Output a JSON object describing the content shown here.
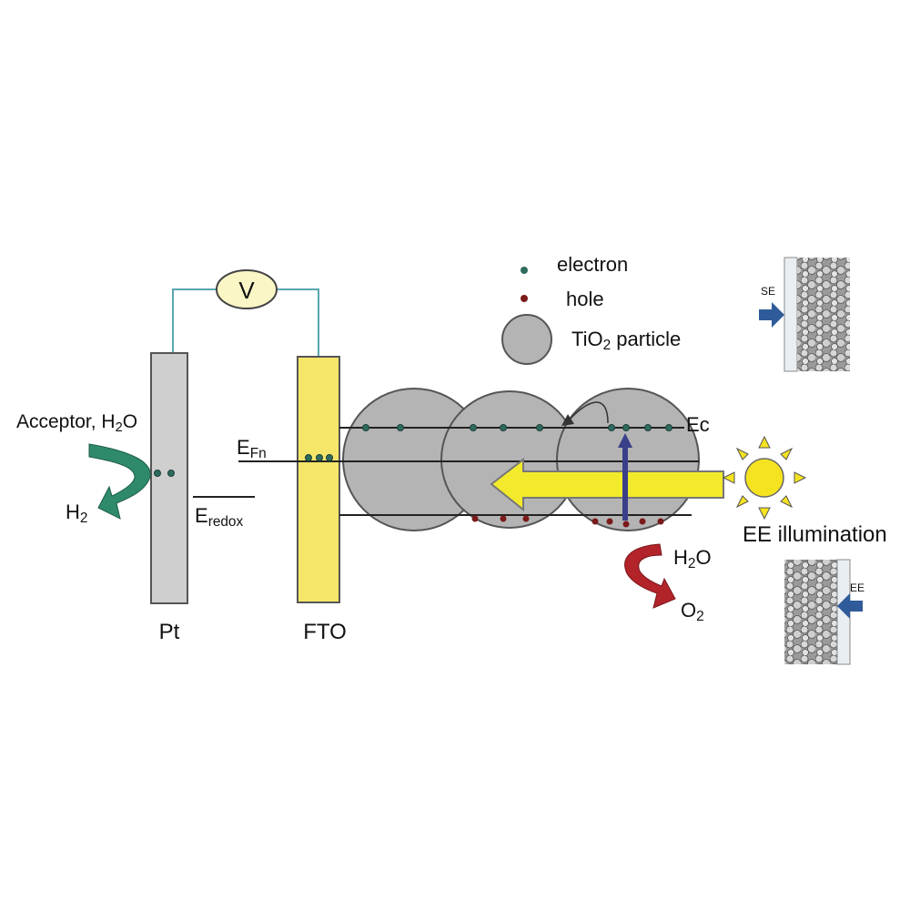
{
  "meter": {
    "label": "V"
  },
  "electrodes": {
    "pt": {
      "label": "Pt"
    },
    "fto": {
      "label": "FTO"
    }
  },
  "pt_side": {
    "acceptor_main": "Acceptor, H",
    "acceptor_sub": "2",
    "acceptor_end": "O",
    "h2_main": "H",
    "h2_sub": "2"
  },
  "levels": {
    "efn_main": "E",
    "efn_sub": "Fn",
    "eredox_main": "E",
    "eredox_sub": "redox",
    "ec": "Ec"
  },
  "oxidation": {
    "h2o_main": "H",
    "h2o_sub": "2",
    "h2o_end": "O",
    "o2_main": "O",
    "o2_sub": "2"
  },
  "legend": {
    "electron": "electron",
    "hole": "hole",
    "particle_main": "TiO",
    "particle_sub": "2",
    "particle_end": " particle"
  },
  "illumination": {
    "label": "EE illumination",
    "se_tag": "SE",
    "ee_tag": "EE"
  },
  "colors": {
    "electron": "#2e6b5e",
    "hole": "#7a1a1a",
    "particle": "#b4b4b4",
    "fto": "#f5e66a",
    "pt": "#cfcfcf",
    "light_arrow": "#f2ea2a",
    "sun": "#f5e320",
    "green_arrow": "#2e8a6a",
    "red_arrow": "#b3232a",
    "excitation_arrow": "#3a3f8a",
    "inset_arrow": "#2f5b9a",
    "wire": "#5aa6b0"
  }
}
